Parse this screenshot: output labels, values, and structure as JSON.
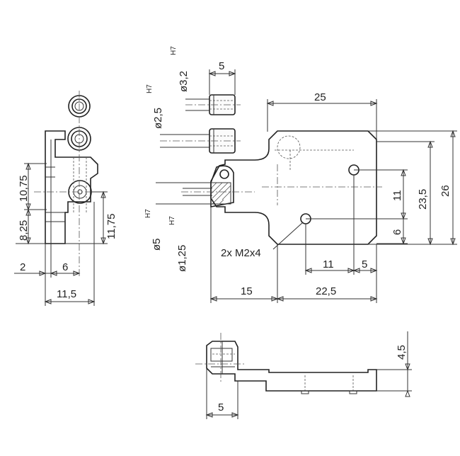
{
  "labels": {
    "dia_3_2": "ø3,2",
    "h7_a": "H7",
    "len_5_top": "5",
    "dia_2_5": "ø2,5",
    "h7_b": "H7",
    "width_25": "25",
    "height_10_75": "10,75",
    "height_8_25": "8,25",
    "height_11_75": "11,75",
    "dia_5": "ø5",
    "h7_c": "H7",
    "dia_1_25": "ø1,25",
    "h7_d": "H7",
    "height_11": "11",
    "height_23_5": "23,5",
    "height_26": "26",
    "height_6": "6",
    "thread_note": "2x M2x4",
    "w_2": "2",
    "w_6": "6",
    "w_11_5": "11,5",
    "w_11": "11",
    "w_5_right": "5",
    "w_15": "15",
    "w_22_5": "22,5",
    "height_4_5": "4,5",
    "w_5_bottom": "5"
  }
}
